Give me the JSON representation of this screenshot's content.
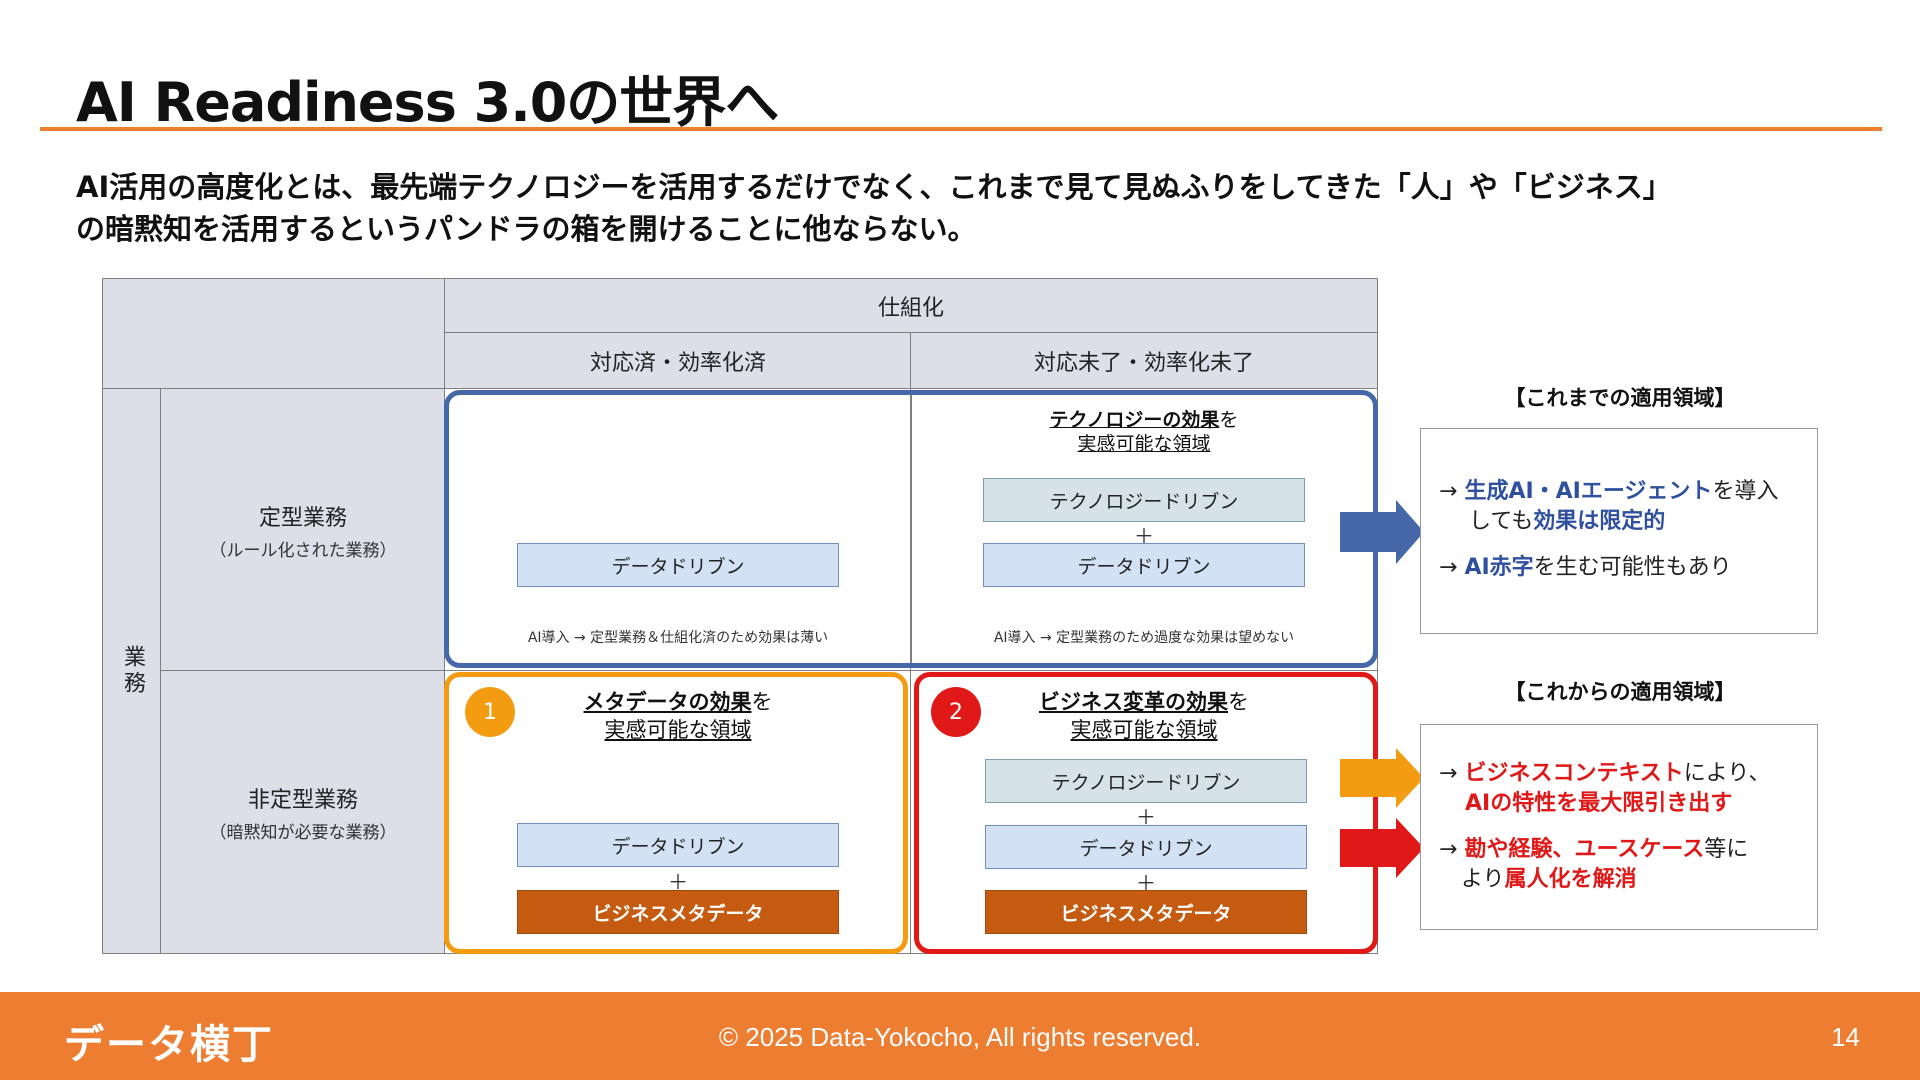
{
  "header": {
    "title": "AI Readiness 3.0の世界へ",
    "lead_line1": "AI活用の高度化とは、最先端テクノロジーを活用するだけでなく、これまで見て見ぬふりをしてきた「人」や「ビジネス」",
    "lead_line2": "の暗黙知を活用するというパンドラの箱を開けることに他ならない。"
  },
  "matrix": {
    "col_group": "仕組化",
    "col1": "対応済・効率化済",
    "col2": "対応未了・効率化未了",
    "row_group": "業務",
    "row1_main": "定型業務",
    "row1_sub": "（ルール化された業務）",
    "row2_main": "非定型業務",
    "row2_sub": "（暗黙知が必要な業務）",
    "q11": {
      "box": "データドリブン",
      "note": "AI導入 → 定型業務＆仕組化済のため効果は薄い"
    },
    "q12": {
      "effect_bold": "テクノロジーの効果",
      "effect_tail": "を",
      "effect_line2": "実感可能な領域",
      "box1": "テクノロジードリブン",
      "plus": "＋",
      "box2": "データドリブン",
      "note": "AI導入 → 定型業務のため過度な効果は望めない"
    },
    "q21": {
      "badge": "1",
      "effect_bold": "メタデータの効果",
      "effect_tail": "を",
      "effect_line2": "実感可能な領域",
      "box1": "データドリブン",
      "plus": "＋",
      "box2": "ビジネスメタデータ"
    },
    "q22": {
      "badge": "2",
      "effect_bold": "ビジネス変革の効果",
      "effect_tail": "を",
      "effect_line2": "実感可能な領域",
      "box1": "テクノロジードリブン",
      "plus1": "＋",
      "box2": "データドリブン",
      "plus2": "＋",
      "box3": "ビジネスメタデータ"
    }
  },
  "side_top": {
    "heading": "【これまでの適用領域】",
    "b1_arrow": "→",
    "b1_hl": "生成AI・AIエージェント",
    "b1_tail": "を導入",
    "b1_line2_pre": "しても",
    "b1_line2_hl": "効果は限定的",
    "b2_arrow": "→",
    "b2_hl": "AI赤字",
    "b2_tail": "を生む可能性もあり"
  },
  "side_bottom": {
    "heading": "【これからの適用領域】",
    "b1_arrow": "→",
    "b1_hl": "ビジネスコンテキスト",
    "b1_tail": "により、",
    "b1_line2_hl": "AIの特性を最大限引き出す",
    "b2_arrow": "→",
    "b2_hl": "勘や経験、ユースケース",
    "b2_tail": "等に",
    "b2_line2_pre": "より",
    "b2_line2_hl": "属人化を解消"
  },
  "footer": {
    "logo": "データ横丁",
    "copyright": "© 2025 Data-Yokocho, All rights reserved.",
    "page": "14"
  },
  "colors": {
    "accent_orange": "#ED7D31",
    "frame_blue": "#4668A8",
    "frame_orange": "#F39C12",
    "frame_red": "#E01818",
    "meta_brown": "#C55A11"
  }
}
